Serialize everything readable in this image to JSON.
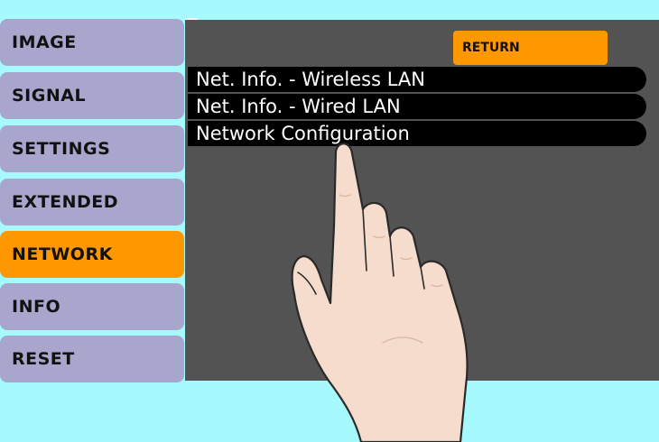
{
  "menu": {
    "items": [
      {
        "label": "IMAGE",
        "active": false
      },
      {
        "label": "SIGNAL",
        "active": false
      },
      {
        "label": "SETTINGS",
        "active": false
      },
      {
        "label": "EXTENDED",
        "active": false
      },
      {
        "label": "NETWORK",
        "active": true
      },
      {
        "label": "INFO",
        "active": false
      },
      {
        "label": "RESET",
        "active": false
      }
    ]
  },
  "panel": {
    "return_label": "RETURN",
    "options": [
      "Net. Info. - Wireless LAN",
      "Net. Info. - Wired LAN",
      "Network Configuration"
    ]
  },
  "colors": {
    "background": "#a6fafd",
    "menu_item": "#a8a6cd",
    "active": "#ff9800",
    "panel": "#535353",
    "option": "#000000",
    "skin": "#f5dccc"
  },
  "icons": {
    "pointer": "pointing-hand-icon"
  }
}
